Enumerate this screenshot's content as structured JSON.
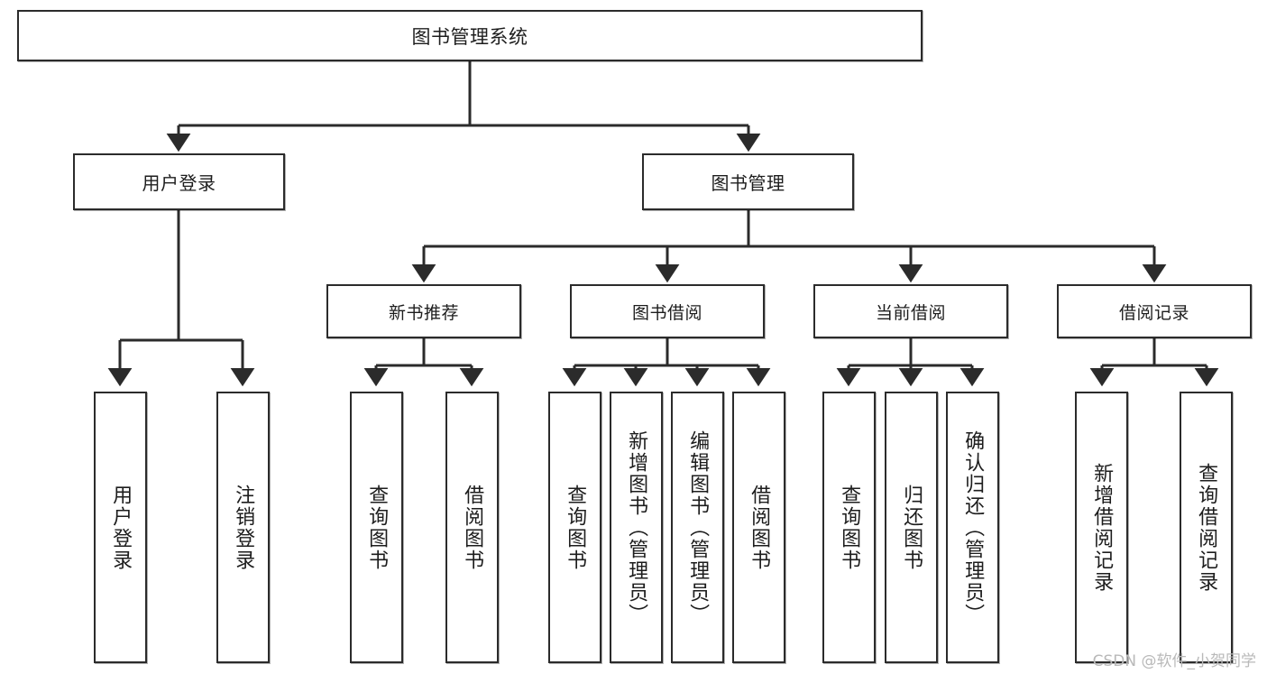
{
  "diagram": {
    "type": "tree-hierarchy-chart",
    "title": "图书管理系统",
    "line_color": "#2b2b2b",
    "box_fill": "#ffffff",
    "text_color": "#1d1d1d",
    "watermark": "CSDN @软件_小贺同学",
    "root": {
      "label": "图书管理系统"
    },
    "level2": [
      {
        "label": "用户登录"
      },
      {
        "label": "图书管理"
      }
    ],
    "level3": [
      {
        "label": "新书推荐"
      },
      {
        "label": "图书借阅"
      },
      {
        "label": "当前借阅"
      },
      {
        "label": "借阅记录"
      }
    ],
    "leaves": {
      "user_login": [
        {
          "label": "用户登录"
        },
        {
          "label": "注销登录"
        }
      ],
      "new_book_recommend": [
        {
          "label": "查询图书"
        },
        {
          "label": "借阅图书"
        }
      ],
      "book_borrow": [
        {
          "label": "查询图书"
        },
        {
          "label": "新增图书（管理员）"
        },
        {
          "label": "编辑图书（管理员）"
        },
        {
          "label": "借阅图书"
        }
      ],
      "current_borrow": [
        {
          "label": "查询图书"
        },
        {
          "label": "归还图书"
        },
        {
          "label": "确认归还（管理员）"
        }
      ],
      "borrow_record": [
        {
          "label": "新增借阅记录"
        },
        {
          "label": "查询借阅记录"
        }
      ]
    }
  }
}
